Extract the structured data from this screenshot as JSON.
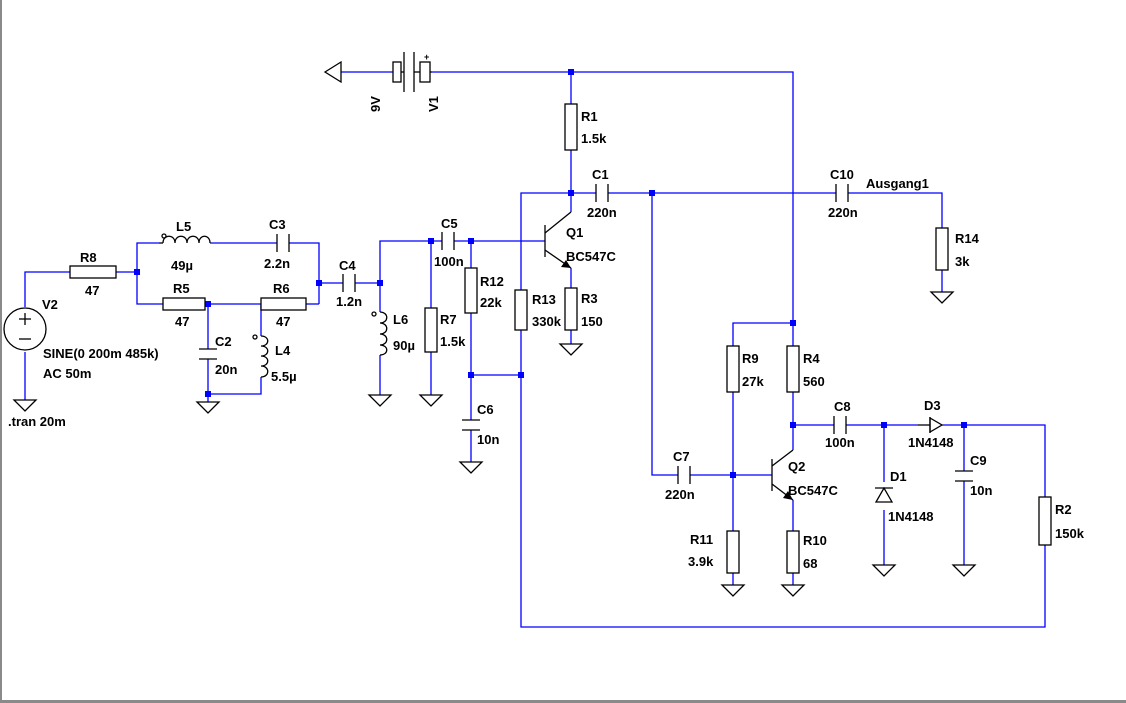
{
  "components": {
    "V1": {
      "name": "V1",
      "value": "9V"
    },
    "V2": {
      "name": "V2",
      "value": "SINE(0 200m 485k)",
      "ac": "AC 50m"
    },
    "R1": {
      "name": "R1",
      "value": "1.5k"
    },
    "R2": {
      "name": "R2",
      "value": "150k"
    },
    "R3": {
      "name": "R3",
      "value": "150"
    },
    "R4": {
      "name": "R4",
      "value": "560"
    },
    "R5": {
      "name": "R5",
      "value": "47"
    },
    "R6": {
      "name": "R6",
      "value": "47"
    },
    "R7": {
      "name": "R7",
      "value": "1.5k"
    },
    "R8": {
      "name": "R8",
      "value": "47"
    },
    "R9": {
      "name": "R9",
      "value": "27k"
    },
    "R10": {
      "name": "R10",
      "value": "68"
    },
    "R11": {
      "name": "R11",
      "value": "3.9k"
    },
    "R12": {
      "name": "R12",
      "value": "22k"
    },
    "R13": {
      "name": "R13",
      "value": "330k"
    },
    "R14": {
      "name": "R14",
      "value": "3k"
    },
    "C1": {
      "name": "C1",
      "value": "220n"
    },
    "C2": {
      "name": "C2",
      "value": "20n"
    },
    "C3": {
      "name": "C3",
      "value": "2.2n"
    },
    "C4": {
      "name": "C4",
      "value": "1.2n"
    },
    "C5": {
      "name": "C5",
      "value": "100n"
    },
    "C6": {
      "name": "C6",
      "value": "10n"
    },
    "C7": {
      "name": "C7",
      "value": "220n"
    },
    "C8": {
      "name": "C8",
      "value": "100n"
    },
    "C9": {
      "name": "C9",
      "value": "10n"
    },
    "C10": {
      "name": "C10",
      "value": "220n"
    },
    "L4": {
      "name": "L4",
      "value": "5.5µ"
    },
    "L5": {
      "name": "L5",
      "value": "49µ"
    },
    "L6": {
      "name": "L6",
      "value": "90µ"
    },
    "Q1": {
      "name": "Q1",
      "value": "BC547C"
    },
    "Q2": {
      "name": "Q2",
      "value": "BC547C"
    },
    "D1": {
      "name": "D1",
      "value": "1N4148"
    },
    "D3": {
      "name": "D3",
      "value": "1N4148"
    }
  },
  "net_labels": {
    "output": "Ausgang1"
  },
  "directives": {
    "tran": ".tran 20m"
  },
  "battery_plus": "+",
  "colors": {
    "wire": "#0000ff",
    "component": "#000000",
    "background": "#ffffff",
    "frame": "#8a8a8a"
  }
}
